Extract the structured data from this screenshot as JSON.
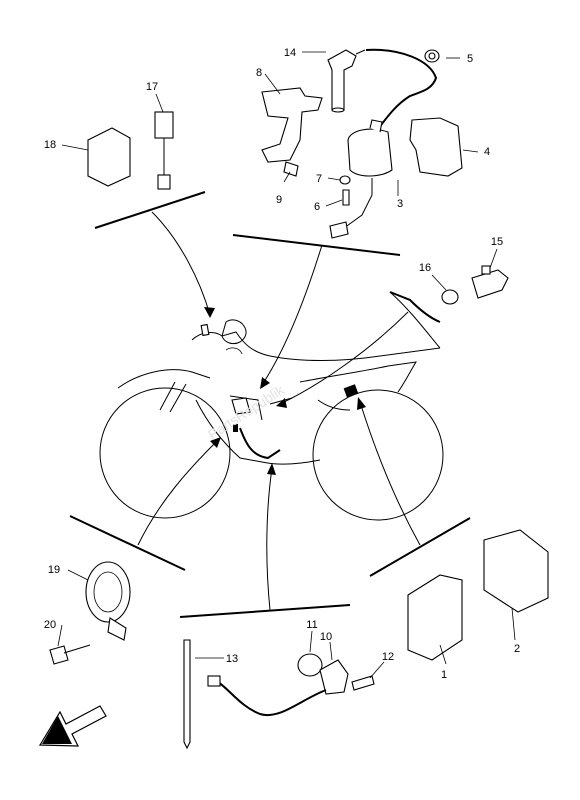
{
  "callouts": [
    {
      "id": "1",
      "label": "1"
    },
    {
      "id": "2",
      "label": "2"
    },
    {
      "id": "3",
      "label": "3"
    },
    {
      "id": "4",
      "label": "4"
    },
    {
      "id": "5",
      "label": "5"
    },
    {
      "id": "6",
      "label": "6"
    },
    {
      "id": "7",
      "label": "7"
    },
    {
      "id": "8",
      "label": "8"
    },
    {
      "id": "9",
      "label": "9"
    },
    {
      "id": "10",
      "label": "10"
    },
    {
      "id": "11",
      "label": "11"
    },
    {
      "id": "12",
      "label": "12"
    },
    {
      "id": "13",
      "label": "13"
    },
    {
      "id": "14",
      "label": "14"
    },
    {
      "id": "15",
      "label": "15"
    },
    {
      "id": "16",
      "label": "16"
    },
    {
      "id": "17",
      "label": "17"
    },
    {
      "id": "18",
      "label": "18"
    },
    {
      "id": "19",
      "label": "19"
    },
    {
      "id": "20",
      "label": "20"
    }
  ],
  "watermark": "PartsRepublik",
  "direction_arrow_icon": "front-direction-arrow-icon"
}
